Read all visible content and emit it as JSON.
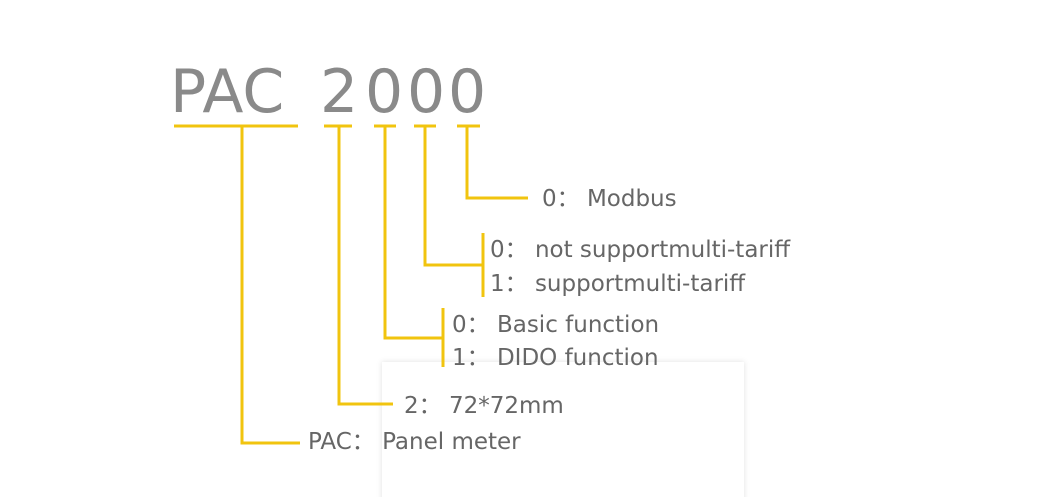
{
  "model": {
    "prefix": "PAC",
    "digit1": "2",
    "digit2": "0",
    "digit3": "0",
    "digit4": "0"
  },
  "descriptions": {
    "comm": "0： Modbus",
    "tariff_0": "0： not supportmulti-tariff",
    "tariff_1": "1： supportmulti-tariff",
    "function_0": "0： Basic function",
    "function_1": "1： DIDO function",
    "size": "2： 72*72mm",
    "type": "PAC： Panel meter"
  },
  "colors": {
    "accent": "#f1c40f",
    "model_text": "#8a8a8a",
    "desc_text": "#666666"
  }
}
